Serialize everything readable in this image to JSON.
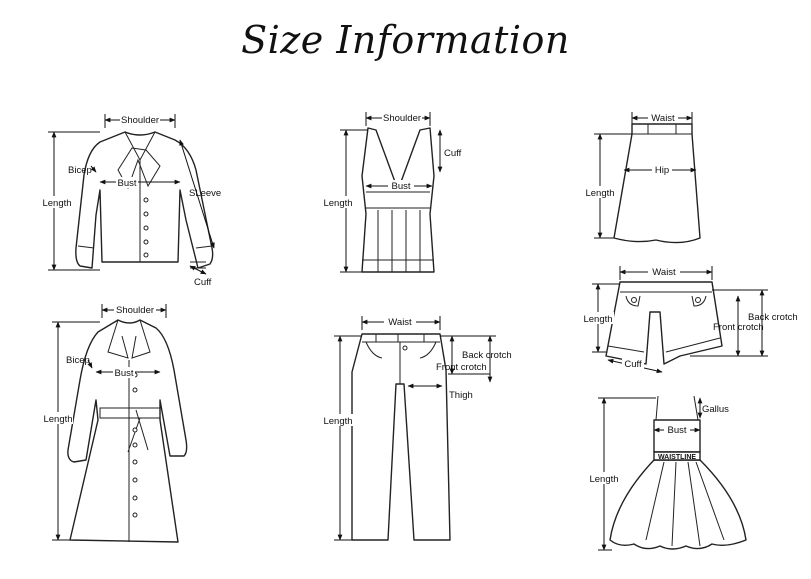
{
  "title": "Size Information",
  "figures": {
    "shirt": {
      "shoulder": "Shoulder",
      "bicep": "Bicep",
      "bust": "Bust",
      "sleeve": "SLeeve",
      "length": "Length",
      "cuff": "Cuff"
    },
    "coat": {
      "shoulder": "Shoulder",
      "bicep": "Bicep",
      "bust": "Bust",
      "length": "Length"
    },
    "tank": {
      "shoulder": "Shoulder",
      "cuff": "Cuff",
      "bust": "Bust",
      "length": "Length"
    },
    "pants": {
      "waist": "Waist",
      "back_crotch": "Back crotch",
      "front_crotch": "Front crotch",
      "thigh": "Thigh",
      "length": "Length"
    },
    "skirt": {
      "waist": "Waist",
      "hip": "Hip",
      "length": "Length"
    },
    "shorts": {
      "waist": "Waist",
      "length": "Length",
      "back_crotch": "Back crotch",
      "front_crotch": "Front crotch",
      "cuff": "Cuff"
    },
    "dress": {
      "gallus": "Gallus",
      "bust": "Bust",
      "waistline": "WAISTLINE",
      "length": "Length"
    }
  }
}
